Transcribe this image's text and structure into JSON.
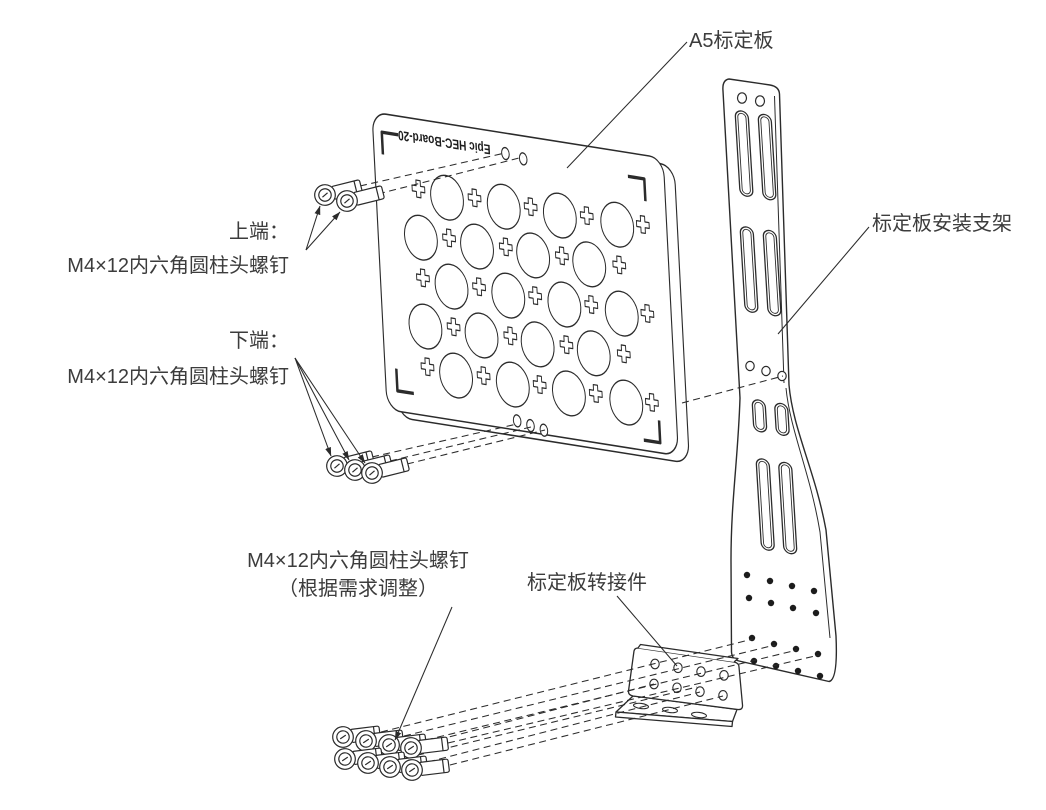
{
  "labels": {
    "a5_board": "A5标定板",
    "mount_bracket": "标定板安装支架",
    "adapter": "标定板转接件",
    "upper_end": "上端：",
    "upper_screw": "M4×12内六角圆柱头螺钉",
    "lower_end": "下端：",
    "lower_screw": "M4×12内六角圆柱头螺钉",
    "adjust_screw": "M4×12内六角圆柱头螺钉",
    "adjust_note": "（根据需求调整）",
    "board_marking": "Epic HEC-Board-20"
  },
  "colors": {
    "line": "#2b2b2b",
    "text": "#3c3c3c",
    "background": "#ffffff"
  }
}
